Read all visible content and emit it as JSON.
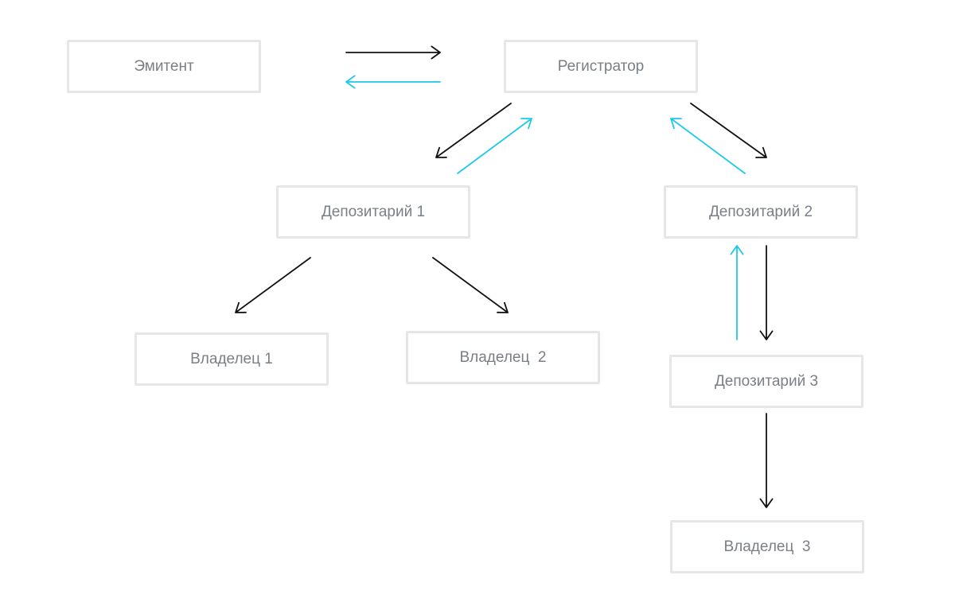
{
  "diagram": {
    "nodes": {
      "issuer": "Эмитент",
      "registrar": "Регистратор",
      "depository_1": "Депозитарий 1",
      "depository_2": "Депозитарий 2",
      "depository_3": "Депозитарий 3",
      "owner_1": "Владелец 1",
      "owner_2": "Владелец  2",
      "owner_3": "Владелец  3"
    },
    "edges": [
      {
        "from": "issuer",
        "to": "registrar",
        "color": "#111111"
      },
      {
        "from": "registrar",
        "to": "issuer",
        "color": "#1ec8e8"
      },
      {
        "from": "registrar",
        "to": "depository_1",
        "color": "#111111"
      },
      {
        "from": "depository_1",
        "to": "registrar",
        "color": "#1ec8e8"
      },
      {
        "from": "registrar",
        "to": "depository_2",
        "color": "#111111"
      },
      {
        "from": "depository_2",
        "to": "registrar",
        "color": "#1ec8e8"
      },
      {
        "from": "depository_1",
        "to": "owner_1",
        "color": "#111111"
      },
      {
        "from": "depository_1",
        "to": "owner_2",
        "color": "#111111"
      },
      {
        "from": "depository_2",
        "to": "depository_3",
        "color": "#111111"
      },
      {
        "from": "depository_3",
        "to": "depository_2",
        "color": "#1ec8e8"
      },
      {
        "from": "depository_3",
        "to": "owner_3",
        "color": "#111111"
      }
    ],
    "colors": {
      "forward": "#111111",
      "return": "#1ec8e8",
      "box_border": "#e6e6e6",
      "text": "#7a7f86"
    }
  }
}
